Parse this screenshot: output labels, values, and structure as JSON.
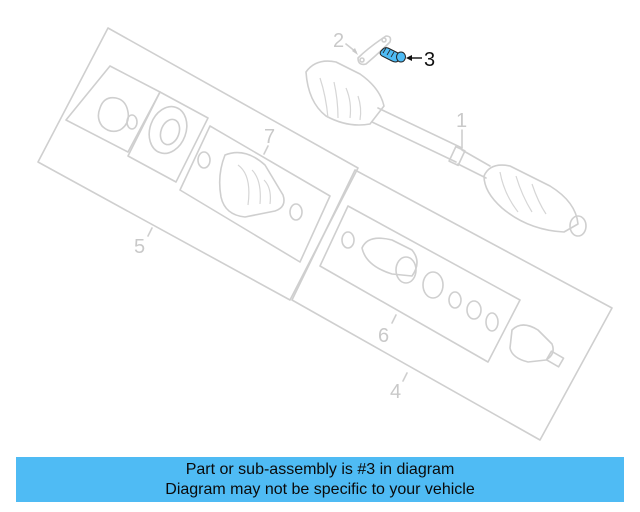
{
  "diagram": {
    "highlighted_part": "3",
    "highlight_color": "#4fbbf4",
    "callouts": [
      {
        "id": "1",
        "label": "1"
      },
      {
        "id": "2",
        "label": "2"
      },
      {
        "id": "3",
        "label": "3"
      },
      {
        "id": "4",
        "label": "4"
      },
      {
        "id": "5",
        "label": "5"
      },
      {
        "id": "6",
        "label": "6"
      },
      {
        "id": "7",
        "label": "7"
      }
    ]
  },
  "banner": {
    "line1": "Part or sub-assembly is #3 in diagram",
    "line2": "Diagram may not be specific to your vehicle",
    "background": "#4fbbf4"
  }
}
